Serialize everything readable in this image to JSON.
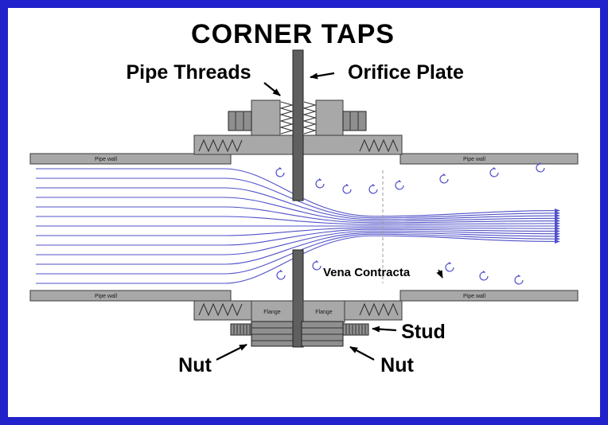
{
  "title": "CORNER TAPS",
  "labels": {
    "pipe_threads": "Pipe Threads",
    "orifice_plate": "Orifice Plate",
    "vena_contracta": "Vena Contracta",
    "stud": "Stud",
    "nut_left": "Nut",
    "nut_right": "Nut",
    "pipe_wall_top_left": "Pipe wall",
    "pipe_wall_top_right": "Pipe wall",
    "pipe_wall_bottom_left": "Pipe wall",
    "pipe_wall_bottom_right": "Pipe wall",
    "flange_left": "Flange",
    "flange_right": "Flange"
  },
  "colors": {
    "border": "#2222cc",
    "streamline": "#5050c8",
    "vortex": "#5050c8",
    "metal": "#a8a8a8",
    "plate": "#5f5f5f",
    "text": "#000000"
  }
}
